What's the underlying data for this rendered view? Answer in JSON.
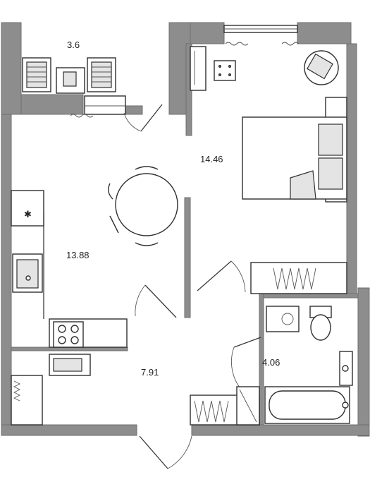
{
  "rooms": [
    {
      "id": "balcony",
      "area": "3.6"
    },
    {
      "id": "bedroom",
      "area": "14.46"
    },
    {
      "id": "kitchen-living",
      "area": "13.88"
    },
    {
      "id": "hallway",
      "area": "7.91"
    },
    {
      "id": "bathroom",
      "area": "4.06"
    }
  ],
  "colors": {
    "wall": "#8d8d8d",
    "line": "#3a3a3a",
    "background": "#ffffff"
  }
}
